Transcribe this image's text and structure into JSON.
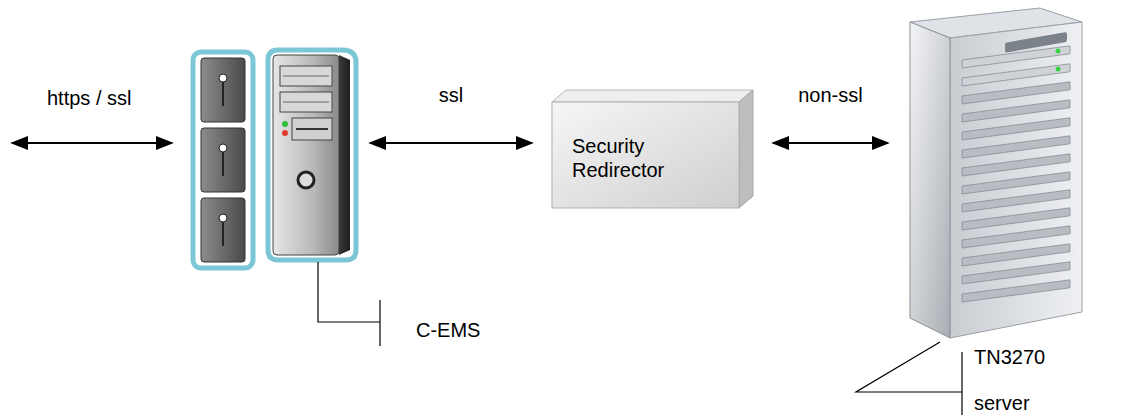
{
  "diagram": {
    "nodes": [
      {
        "text": [
          "C-EMS"
        ]
      },
      {
        "text": [
          "Security Redirector"
        ]
      },
      {
        "text": [
          "TN3270 server"
        ]
      }
    ],
    "edges": [
      {
        "from": 0,
        "to": 1,
        "label": "ssl",
        "arrow": "both"
      },
      {
        "from": 1,
        "to": 2,
        "label": "non-ssl",
        "arrow": "both"
      }
    ],
    "labels": [
      "https / ssl"
    ]
  }
}
